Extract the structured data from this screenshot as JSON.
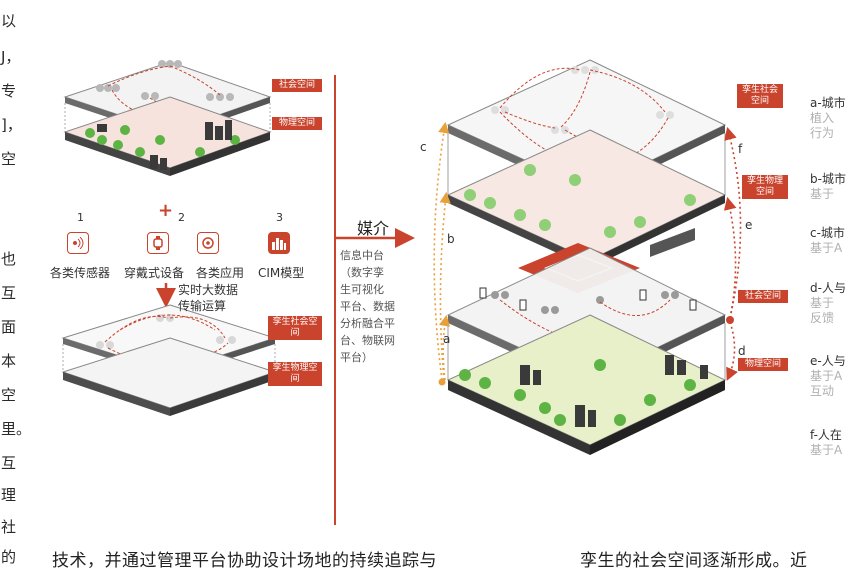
{
  "left_column_chars": [
    "以",
    "J，",
    "专",
    "]，",
    "空",
    "也",
    "互",
    "面",
    "本",
    "空",
    "里。",
    "互",
    "理",
    "社",
    "的"
  ],
  "layer_tags_top": {
    "social": "社会空间",
    "physical": "物理空间"
  },
  "layer_tags_twin": {
    "social": "孪生社会空间",
    "physical": "孪生物理空间"
  },
  "plus": "+",
  "devices": [
    {
      "num": "1",
      "label": "各类传感器",
      "icon": "sensor-icon"
    },
    {
      "num": "2",
      "label": "穿戴式设备",
      "icon": "watch-icon"
    },
    {
      "num": "",
      "label": "各类应用",
      "icon": "app-icon"
    },
    {
      "num": "3",
      "label": "CIM模型",
      "icon": "city-model-icon"
    }
  ],
  "transfer_label": "实时大数据传输运算",
  "transfer_lines": [
    "实时大数据",
    "传输运算"
  ],
  "medium": {
    "title": "媒介",
    "desc_lines": [
      "信息中台",
      "（数字孪",
      "生可视化",
      "平台、数据",
      "分析融合平",
      "台、物联网",
      "平台）"
    ]
  },
  "right_tags": {
    "twin_social": "孪生社会空间",
    "twin_physical": "孪生物理空间",
    "social": "社会空间",
    "physical": "物理空间"
  },
  "arrow_letters": [
    "a",
    "b",
    "c",
    "d",
    "e",
    "f"
  ],
  "legend": [
    {
      "title": "a-城市",
      "desc": [
        "植入",
        "行为"
      ]
    },
    {
      "title": "b-城市",
      "desc": [
        "基于"
      ]
    },
    {
      "title": "c-城市",
      "desc": [
        "基于A"
      ]
    },
    {
      "title": "d-人与",
      "desc": [
        "基于",
        "反馈"
      ]
    },
    {
      "title": "e-人与",
      "desc": [
        "基于A",
        "互动"
      ]
    },
    {
      "title": "f-人在",
      "desc": [
        "基于A"
      ]
    }
  ],
  "bottom_text_left": "技术，并通过管理平台协助设计场地的持续追踪与",
  "bottom_text_right": "孪生的社会空间逐渐形成。近",
  "colors": {
    "accent": "#c9432d",
    "orange": "#e8a03a",
    "green": "#5db344",
    "gray": "#9a9a9a"
  }
}
